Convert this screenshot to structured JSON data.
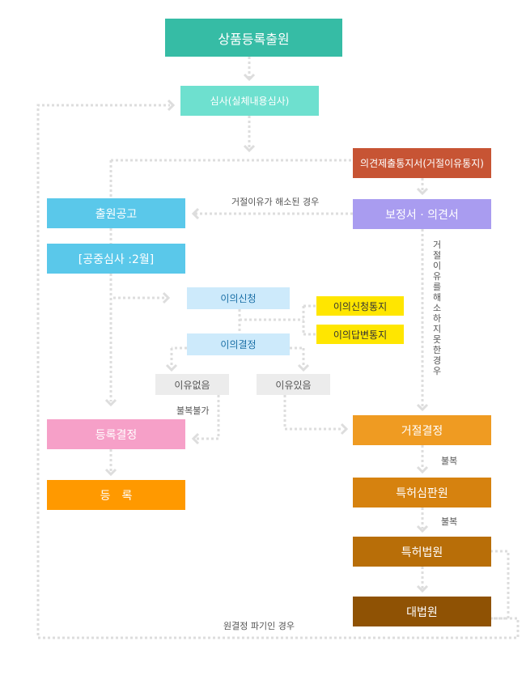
{
  "nodes": {
    "application": "상품등록출원",
    "examination": "심사(실체내용심사)",
    "opinion_notice": "의견제출통지서(거절이유통지)",
    "amendment": "보정서 · 의견서",
    "publication": "출원공고",
    "public_review": "[공중심사 :2월]",
    "opposition_filing": "이의신청",
    "opposition_notice": "이의신청통지",
    "opposition_reply_notice": "이의답변통지",
    "opposition_decision": "이의결정",
    "no_grounds": "이유없음",
    "grounds_exist": "이유있음",
    "registration_decision": "등록결정",
    "registration": "등　록",
    "rejection_decision": "거절결정",
    "ip_tribunal": "특허심판원",
    "patent_court": "특허법원",
    "supreme_court": "대법원"
  },
  "labels": {
    "rejection_resolved": "거절이유가 해소된 경우",
    "rejection_not_resolved": "거절이유를 해소하지 못한 경우",
    "no_appeal": "불복불가",
    "appeal_1": "불복",
    "appeal_2": "불복",
    "remand": "원결정 파기인 경우"
  },
  "colors": {
    "teal_dark": "#36bca5",
    "teal_light": "#6ee0cf",
    "red_brown": "#c75434",
    "lavender": "#a99cf0",
    "sky": "#5ac8ea",
    "light_blue": "#cdeafb",
    "yellow": "#ffe600",
    "gray": "#ececec",
    "pink": "#f6a0c8",
    "orange": "#ff9900",
    "amber": "#ef9b22",
    "amber_dark": "#d6820f",
    "brown": "#b86e08",
    "brown_dark": "#8f5204",
    "connector": "#dddddd"
  }
}
